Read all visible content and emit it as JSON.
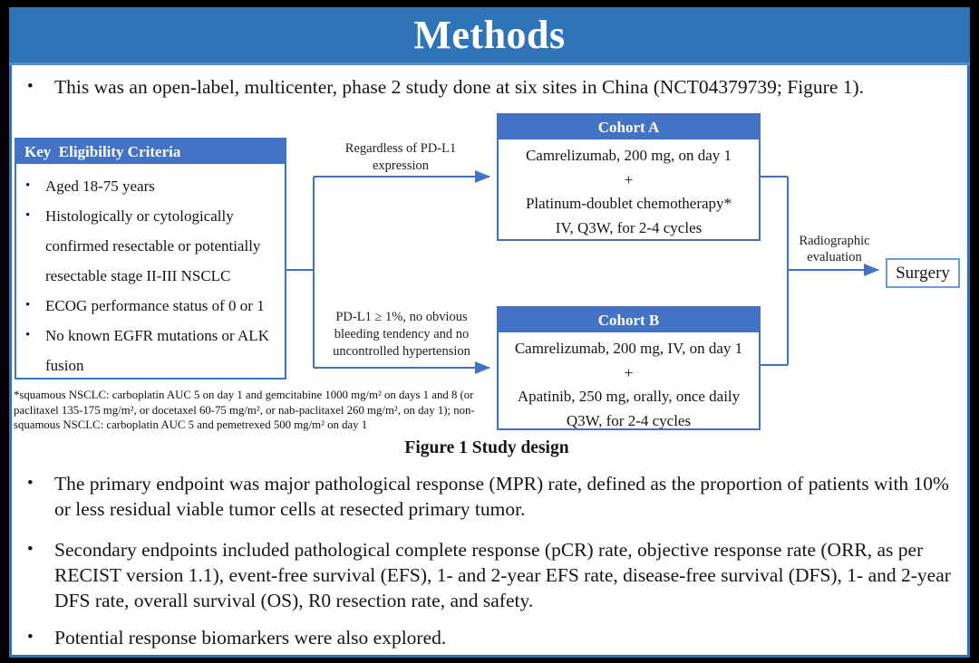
{
  "slide": {
    "title": "Methods",
    "intro_bullet": "This was an open-label, multicenter, phase 2 study done at six sites in China (NCT04379739; Figure 1).",
    "bullet_glyph": "•",
    "endpoint_bullets": [
      "The primary endpoint was major pathological response (MPR) rate, defined as the proportion of patients with 10% or less residual viable tumor cells at resected primary tumor.",
      "Secondary endpoints included pathological complete response (pCR) rate, objective response rate (ORR, as per RECIST version 1.1), event-free survival (EFS), 1- and 2-year EFS rate, disease-free survival (DFS), 1- and 2-year DFS rate, overall survival (OS), R0 resection rate, and safety.",
      "Potential response biomarkers were also explored."
    ],
    "figure": {
      "caption": "Figure 1 Study design",
      "eligibility": {
        "header": "Key  Eligibility Criteria",
        "items": [
          "Aged 18-75 years",
          "Histologically or cytologically confirmed resectable or potentially resectable stage II-III  NSCLC",
          "ECOG performance status of 0 or 1",
          "No known EGFR mutations or ALK fusion"
        ]
      },
      "cohort_a": {
        "header": "Cohort A",
        "lines": [
          "Camrelizumab, 200 mg, on day 1",
          "+",
          "Platinum-doublet chemotherapy*",
          "IV, Q3W, for 2-4 cycles"
        ]
      },
      "cohort_b": {
        "header": "Cohort B",
        "lines": [
          "Camrelizumab, 200 mg, IV, on day 1",
          "+",
          "Apatinib, 250 mg, orally, once daily",
          "Q3W, for 2-4 cycles"
        ]
      },
      "branch_labels": {
        "top": "Regardless  of PD-L1 expression",
        "bottom": "PD-L1 ≥ 1%, no obvious bleeding  tendency  and no uncontrolled  hypertension",
        "evaluation": "Radiographic evaluation"
      },
      "surgery_label": "Surgery",
      "footnote": "*squamous NSCLC: carboplatin AUC 5 on day 1 and gemcitabine 1000 mg/m² on days 1 and 8 (or paclitaxel 135-175 mg/m², or docetaxel 60-75 mg/m², or nab-paclitaxel 260 mg/m², on day 1); non-squamous NSCLC: carboplatin AUC 5 and pemetrexed 500 mg/m² on day 1"
    },
    "colors": {
      "title_bar": "#2F74B9",
      "accent_blue": "#4472C4",
      "connector_line": "#4472C4"
    }
  }
}
